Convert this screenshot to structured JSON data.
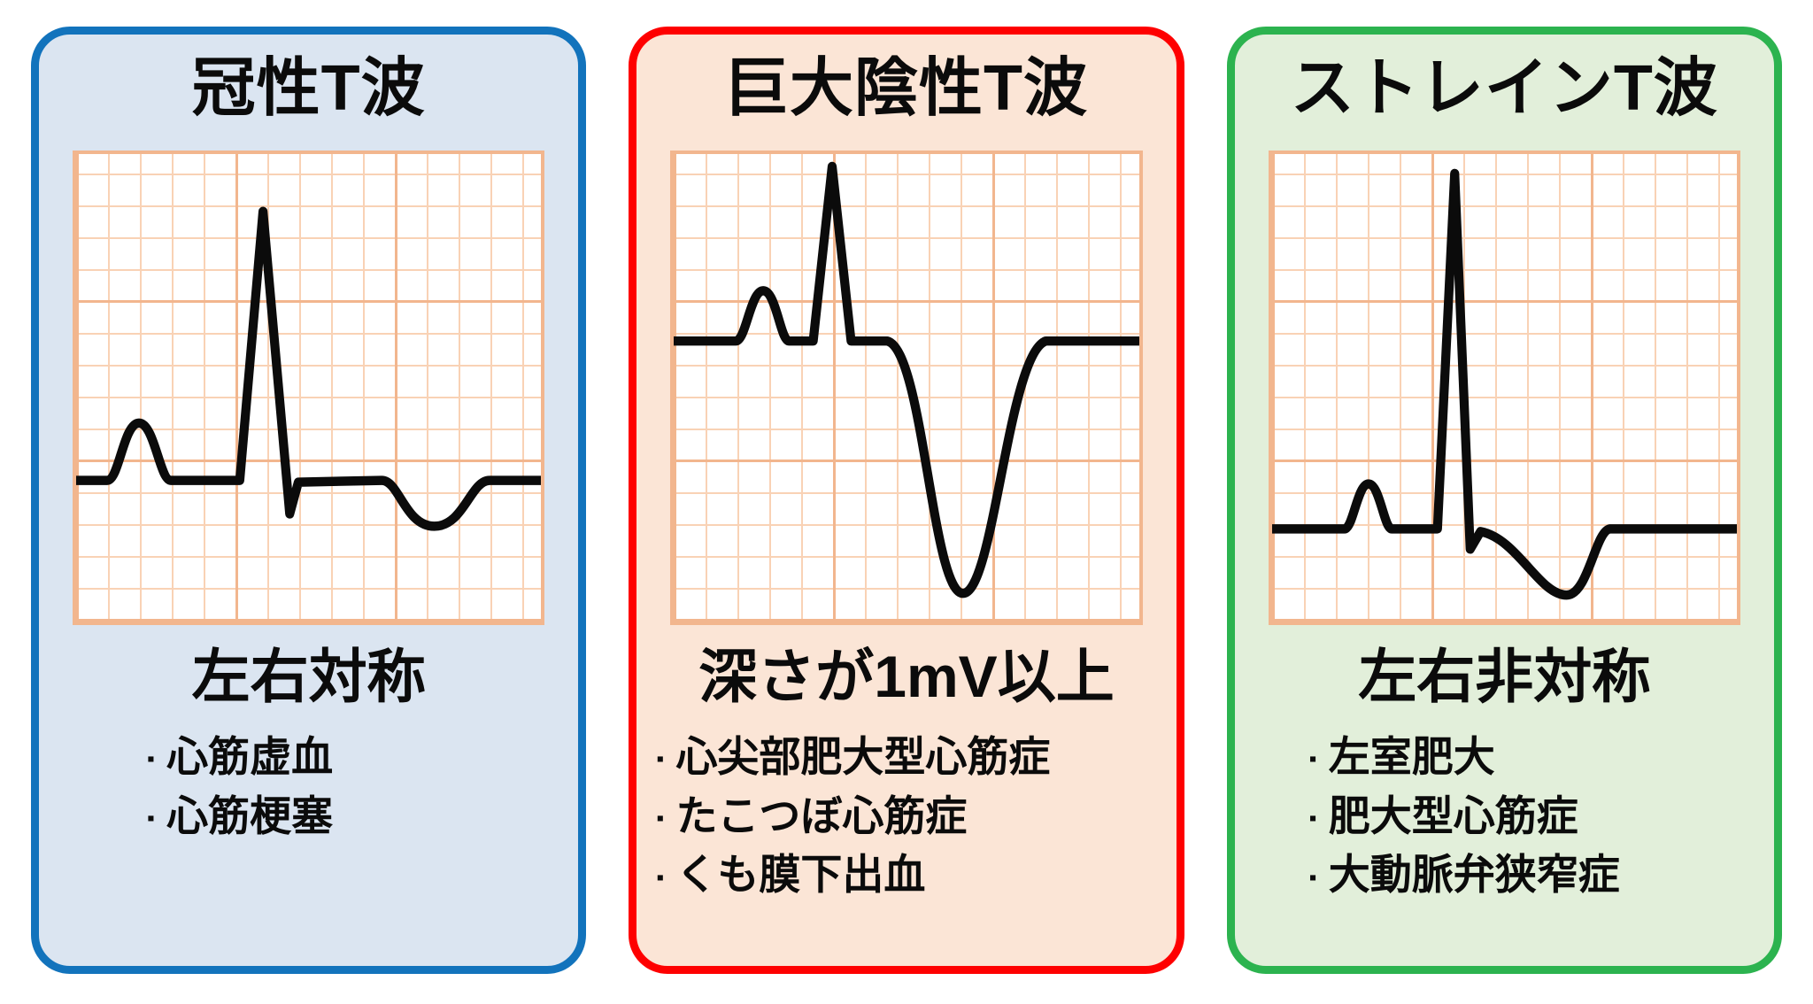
{
  "bullet_char": "▪",
  "panels": [
    {
      "title": "冠性T波",
      "subtitle": "左右対称",
      "items": [
        "心筋虚血",
        "心筋梗塞"
      ],
      "accent_color": "#1273bc",
      "fill_color": "#dbe5f1",
      "wave_type": "symmetric inverted T wave"
    },
    {
      "title": "巨大陰性T波",
      "subtitle": "深さが1mV以上",
      "items": [
        "心尖部肥大型心筋症",
        "たこつぼ心筋症",
        "くも膜下出血"
      ],
      "accent_color": "#fe0000",
      "fill_color": "#fbe5d6",
      "wave_type": "giant deep negative T wave"
    },
    {
      "title": "ストレインT波",
      "subtitle": "左右非対称",
      "items": [
        "左室肥大",
        "肥大型心筋症",
        "大動脈弁狭窄症"
      ],
      "accent_color": "#2cb34f",
      "fill_color": "#e2efda",
      "wave_type": "asymmetric strain-pattern inverted T wave"
    }
  ]
}
